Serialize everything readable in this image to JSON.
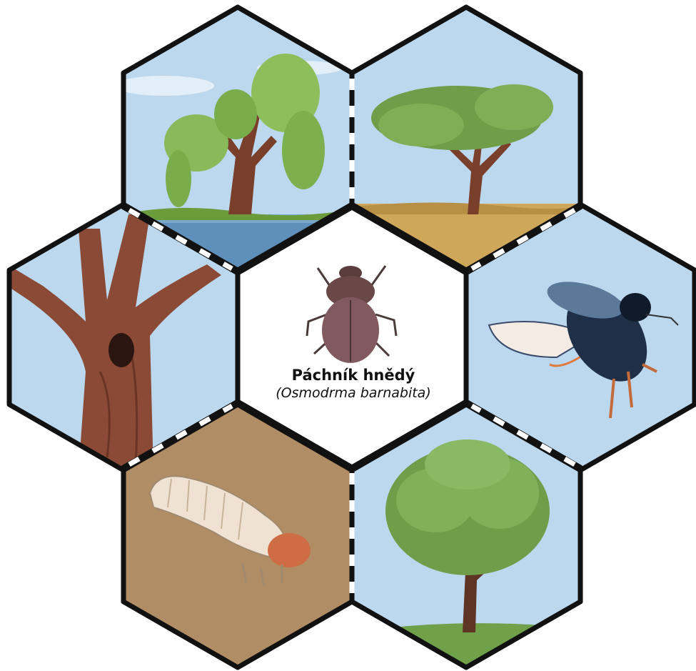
{
  "species": {
    "common_name": "Páchník hnědý",
    "latin_name": "(Osmodrma barnabita)"
  },
  "colors": {
    "sky": "#bcd8ee",
    "soil": "#b08d64",
    "outline": "#111111",
    "bark": "#8a4a35",
    "foliage": "#6e9e4a"
  },
  "tiles": [
    {
      "id": "tile-willow-by-water",
      "depicts": "willow tree at water"
    },
    {
      "id": "tile-acacia-savanna",
      "depicts": "tree on dry grass"
    },
    {
      "id": "tile-hollow-trunk",
      "depicts": "hollow tree trunk"
    },
    {
      "id": "tile-flying-beetle",
      "depicts": "flying beetle"
    },
    {
      "id": "tile-larva",
      "depicts": "beetle larva in soil"
    },
    {
      "id": "tile-deciduous-tree",
      "depicts": "deciduous tree on grass"
    }
  ]
}
